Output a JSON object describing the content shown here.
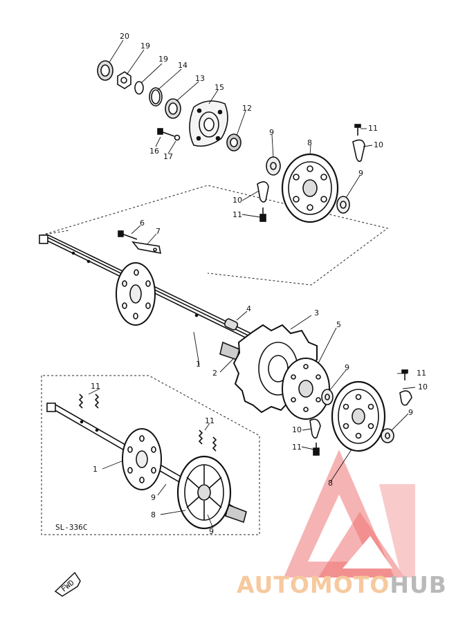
{
  "diagram": {
    "figure_code": "SL-336C",
    "fwd_label": "FWD"
  },
  "callouts": [
    {
      "id": "c20a",
      "text": "20"
    },
    {
      "id": "c19a",
      "text": "19"
    },
    {
      "id": "c19b",
      "text": "19"
    },
    {
      "id": "c14",
      "text": "14"
    },
    {
      "id": "c13",
      "text": "13"
    },
    {
      "id": "c15",
      "text": "15"
    },
    {
      "id": "c12",
      "text": "12"
    },
    {
      "id": "c16",
      "text": "16"
    },
    {
      "id": "c17",
      "text": "17"
    },
    {
      "id": "c9a",
      "text": "9"
    },
    {
      "id": "c8a",
      "text": "8"
    },
    {
      "id": "c11a",
      "text": "11"
    },
    {
      "id": "c10a",
      "text": "10"
    },
    {
      "id": "c9b",
      "text": "9"
    },
    {
      "id": "c10b",
      "text": "10"
    },
    {
      "id": "c11b",
      "text": "11"
    },
    {
      "id": "c6",
      "text": "6"
    },
    {
      "id": "c7",
      "text": "7"
    },
    {
      "id": "c4",
      "text": "4"
    },
    {
      "id": "c3",
      "text": "3"
    },
    {
      "id": "c5",
      "text": "5"
    },
    {
      "id": "c1a",
      "text": "1"
    },
    {
      "id": "c2",
      "text": "2"
    },
    {
      "id": "c9c",
      "text": "9"
    },
    {
      "id": "c11c",
      "text": "11"
    },
    {
      "id": "c10c",
      "text": "10"
    },
    {
      "id": "c9d",
      "text": "9"
    },
    {
      "id": "c10d",
      "text": "10"
    },
    {
      "id": "c11d",
      "text": "11"
    },
    {
      "id": "c8b",
      "text": "8"
    },
    {
      "id": "c11e",
      "text": "11"
    },
    {
      "id": "c11f",
      "text": "11"
    },
    {
      "id": "c1b",
      "text": "1"
    },
    {
      "id": "c9e",
      "text": "9"
    },
    {
      "id": "c8c",
      "text": "8"
    },
    {
      "id": "c9f",
      "text": "9"
    }
  ],
  "watermark": {
    "part1": "AUTOMOTO",
    "part2": "HUB",
    "part1_color": "#f6c99e",
    "part2_color": "#b9b9b9",
    "logo_color": "#f08080"
  }
}
